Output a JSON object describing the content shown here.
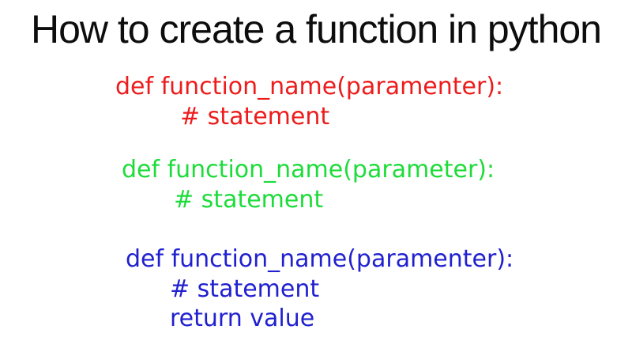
{
  "page": {
    "background_color": "#ffffff"
  },
  "title": {
    "text": "How to create a function in python",
    "color": "#0d0d0d"
  },
  "examples": [
    {
      "color": "#ed1c1c",
      "lines": [
        "def function_name(paramenter):",
        "# statement"
      ]
    },
    {
      "color": "#1ddc3a",
      "lines": [
        "def function_name(parameter):",
        "# statement"
      ]
    },
    {
      "color": "#2020cf",
      "lines": [
        "def function_name(paramenter):",
        "# statement",
        "return value"
      ]
    }
  ]
}
